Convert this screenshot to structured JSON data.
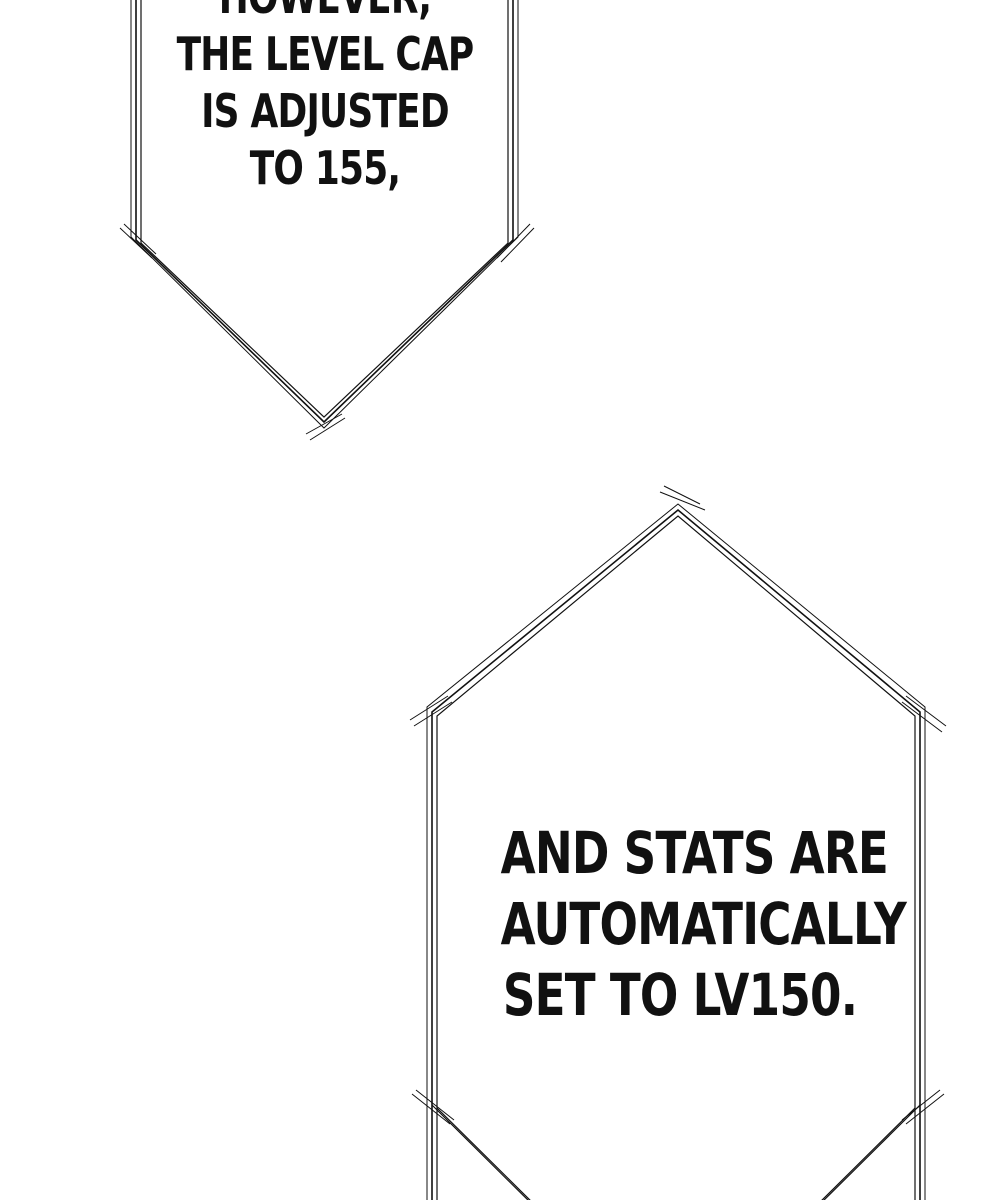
{
  "bubbles": [
    {
      "lines": [
        "HOWEVER,",
        "THE LEVEL CAP",
        "IS ADJUSTED",
        "TO 155,"
      ]
    },
    {
      "lines": [
        "AND STATS ARE",
        "AUTOMATICALLY",
        "SET TO LV150."
      ]
    }
  ],
  "colors": {
    "background": "#ffffff",
    "ink": "#111111"
  }
}
